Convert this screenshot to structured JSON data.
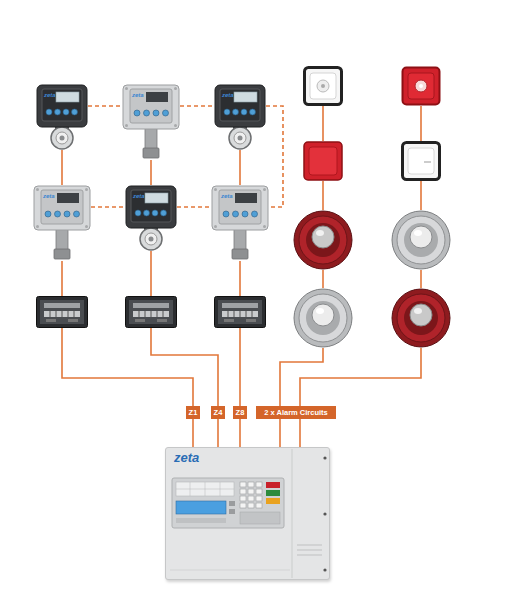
{
  "diagram": {
    "nodes": [
      {
        "text": [
          "Z1"
        ]
      },
      {
        "text": [
          "Z4"
        ]
      },
      {
        "text": [
          "Z8"
        ]
      },
      {
        "text": [
          "2 x Alarm Circuits"
        ]
      },
      {
        "text": [
          "zeta"
        ]
      }
    ],
    "edges": [
      {
        "from": 0,
        "to": 4,
        "arrow": "none"
      },
      {
        "from": 1,
        "to": 4,
        "arrow": "none"
      },
      {
        "from": 2,
        "to": 4,
        "arrow": "none"
      },
      {
        "from": 3,
        "to": 4,
        "arrow": "none"
      }
    ],
    "labels": [
      "zeta",
      "zeta",
      "zeta",
      "zeta",
      "zeta",
      "zeta"
    ]
  }
}
